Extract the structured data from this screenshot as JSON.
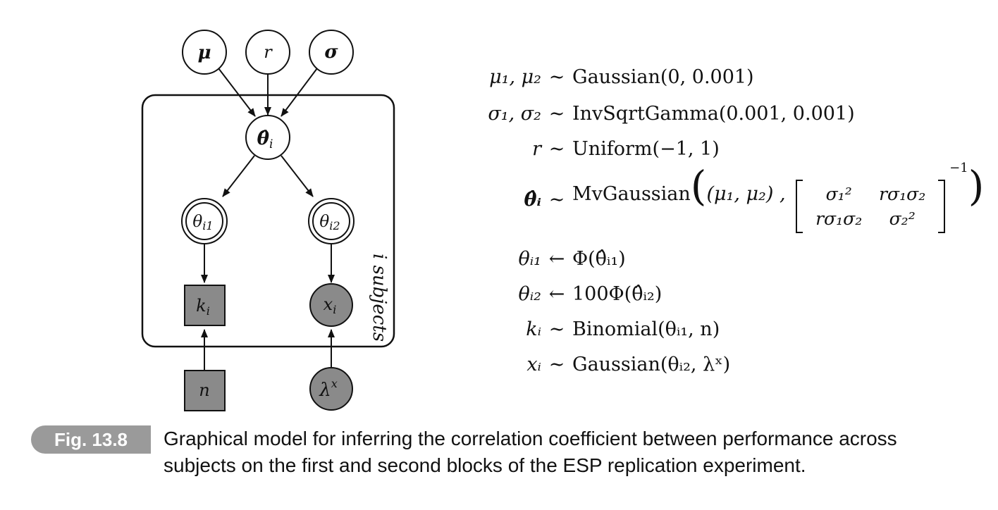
{
  "nodes": {
    "mu": "μ",
    "r": "r",
    "sigma": "σ",
    "theta_hat": "θ̂",
    "theta_hat_sub": "i",
    "theta_i1": "θ",
    "theta_i1_sub": "i1",
    "theta_i2": "θ",
    "theta_i2_sub": "i2",
    "k": "k",
    "k_sub": "i",
    "x": "x",
    "x_sub": "i",
    "n": "n",
    "lambda": "λ",
    "lambda_sup": "x"
  },
  "plate_label": "i subjects",
  "equations": {
    "eq1": {
      "lhs": "μ₁, μ₂",
      "rel": "∼",
      "rhs": "Gaussian(0, 0.001)"
    },
    "eq2": {
      "lhs": "σ₁, σ₂",
      "rel": "∼",
      "rhs": "InvSqrtGamma(0.001, 0.001)"
    },
    "eq3": {
      "lhs": "r",
      "rel": "∼",
      "rhs": "Uniform(−1, 1)"
    },
    "eq4": {
      "lhs": "θ̂ᵢ",
      "rel": "∼",
      "func": "MvGaussian",
      "mean": "(μ₁, μ₂) ,",
      "m11": "σ₁²",
      "m12": "rσ₁σ₂",
      "m21": "rσ₁σ₂",
      "m22": "σ₂²",
      "inv": "−1"
    },
    "eq5": {
      "lhs": "θᵢ₁",
      "rel": "←",
      "rhs": "Φ(θ̂ᵢ₁)"
    },
    "eq6": {
      "lhs": "θᵢ₂",
      "rel": "←",
      "rhs": "100Φ(θ̂ᵢ₂)"
    },
    "eq7": {
      "lhs": "kᵢ",
      "rel": "∼",
      "rhs": "Binomial(θᵢ₁, n)"
    },
    "eq8": {
      "lhs": "xᵢ",
      "rel": "∼",
      "rhs": "Gaussian(θᵢ₂, λˣ)"
    }
  },
  "caption": {
    "label": "Fig. 13.8",
    "text": "Graphical model for inferring the correlation coefficient between performance across subjects on the first and second blocks of the ESP replication experiment."
  }
}
